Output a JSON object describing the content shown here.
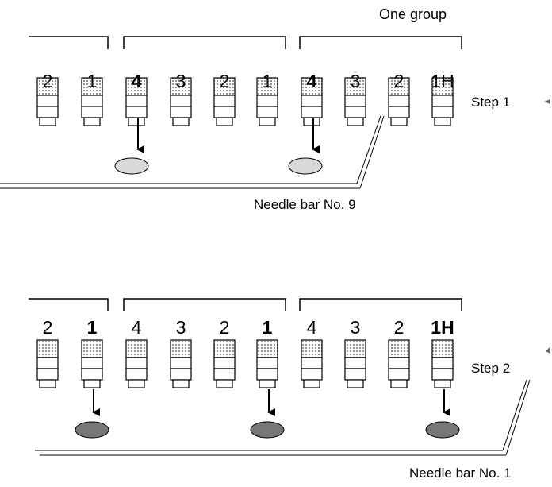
{
  "top_panel": {
    "group_label": "One group",
    "needle_numbers": [
      {
        "text": "2",
        "bold": false
      },
      {
        "text": "1",
        "bold": false
      },
      {
        "text": "4",
        "bold": true
      },
      {
        "text": "3",
        "bold": false
      },
      {
        "text": "2",
        "bold": false
      },
      {
        "text": "1",
        "bold": false
      },
      {
        "text": "4",
        "bold": true
      },
      {
        "text": "3",
        "bold": false
      },
      {
        "text": "2",
        "bold": false
      },
      {
        "text": "1H",
        "bold": false
      }
    ],
    "active_needles": [
      2,
      6
    ],
    "step_label": "Step 1",
    "needle_bar_label": "Needle bar No. 9",
    "oval_color": "#d9d9d9"
  },
  "bottom_panel": {
    "needle_numbers": [
      {
        "text": "2",
        "bold": false
      },
      {
        "text": "1",
        "bold": true
      },
      {
        "text": "4",
        "bold": false
      },
      {
        "text": "3",
        "bold": false
      },
      {
        "text": "2",
        "bold": false
      },
      {
        "text": "1",
        "bold": true
      },
      {
        "text": "4",
        "bold": false
      },
      {
        "text": "3",
        "bold": false
      },
      {
        "text": "2",
        "bold": false
      },
      {
        "text": "1H",
        "bold": true
      }
    ],
    "active_needles": [
      1,
      5,
      9
    ],
    "step_label": "Step 2",
    "needle_bar_label": "Needle bar No. 1",
    "oval_color": "#777777"
  }
}
